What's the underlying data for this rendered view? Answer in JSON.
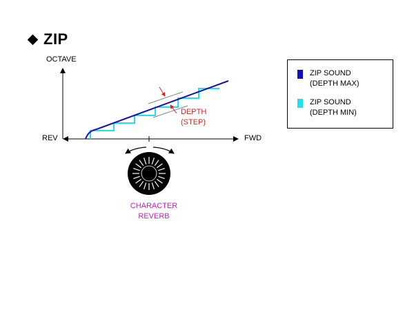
{
  "heading": {
    "title": "ZIP",
    "bullet_icon": "diamond-icon"
  },
  "axes": {
    "y_label": "OCTAVE",
    "x_left_label": "REV",
    "x_right_label": "FWD"
  },
  "annotations": {
    "depth_line1": "DEPTH",
    "depth_line2": "(STEP)",
    "knob_line1": "CHARACTER",
    "knob_line2": "REVERB"
  },
  "legend": {
    "entries": [
      {
        "line1": "ZIP SOUND",
        "line2": "(DEPTH MAX)",
        "color": "#1010c0",
        "icon": "dark-blue-swatch-icon"
      },
      {
        "line1": "ZIP SOUND",
        "line2": "(DEPTH MIN)",
        "color": "#20e0f0",
        "icon": "cyan-swatch-icon"
      }
    ]
  },
  "colors": {
    "depth_max_line": "#1010c0",
    "depth_min_steps": "#20e0f0",
    "depth_annotation": "#e02020",
    "knob_label": "#c020c0",
    "grey_guides": "#808080"
  }
}
